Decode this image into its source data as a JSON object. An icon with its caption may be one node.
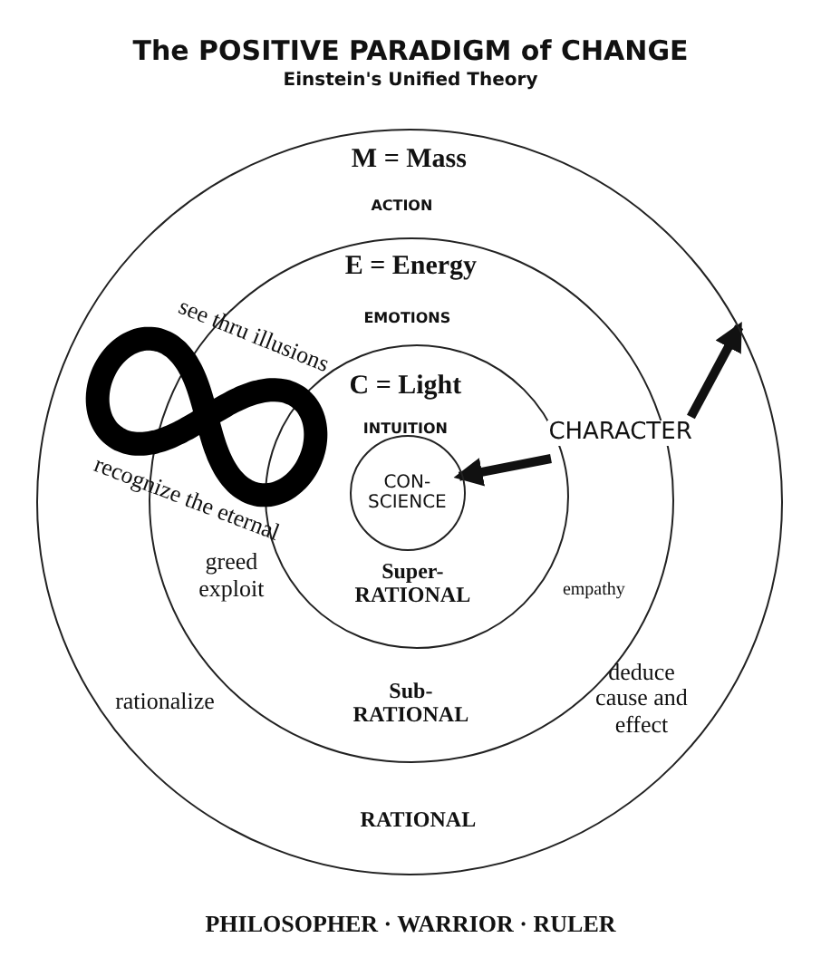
{
  "diagram": {
    "title": "The POSITIVE PARADIGM of CHANGE",
    "caption": "PHILOSOPHER · WARRIOR · RULER",
    "nodes": [
      {
        "text": [
          "M = Mass",
          "ACTION",
          "RATIONAL"
        ]
      },
      {
        "text": [
          "E = Energy",
          "EMOTIONS",
          "greed exploit",
          "empathy",
          "Sub- RATIONAL"
        ],
        "in": 0
      },
      {
        "text": [
          "C = Light",
          "INTUITION",
          "Super- RATIONAL"
        ],
        "in": 1
      },
      {
        "text": [
          "CON- SCIENCE"
        ],
        "in": 2
      },
      {
        "text": [
          "CHARACTER"
        ],
        "in": 0
      }
    ],
    "edges": [
      {
        "from": 4,
        "to": 3,
        "arrow": "to"
      },
      {
        "from": 4,
        "to": 0,
        "arrow": "to"
      }
    ],
    "labels": [
      "Einstein's Unified Theory",
      "see thru illusions",
      "recognize the eternal",
      "rationalize",
      "deduce cause and effect"
    ]
  }
}
